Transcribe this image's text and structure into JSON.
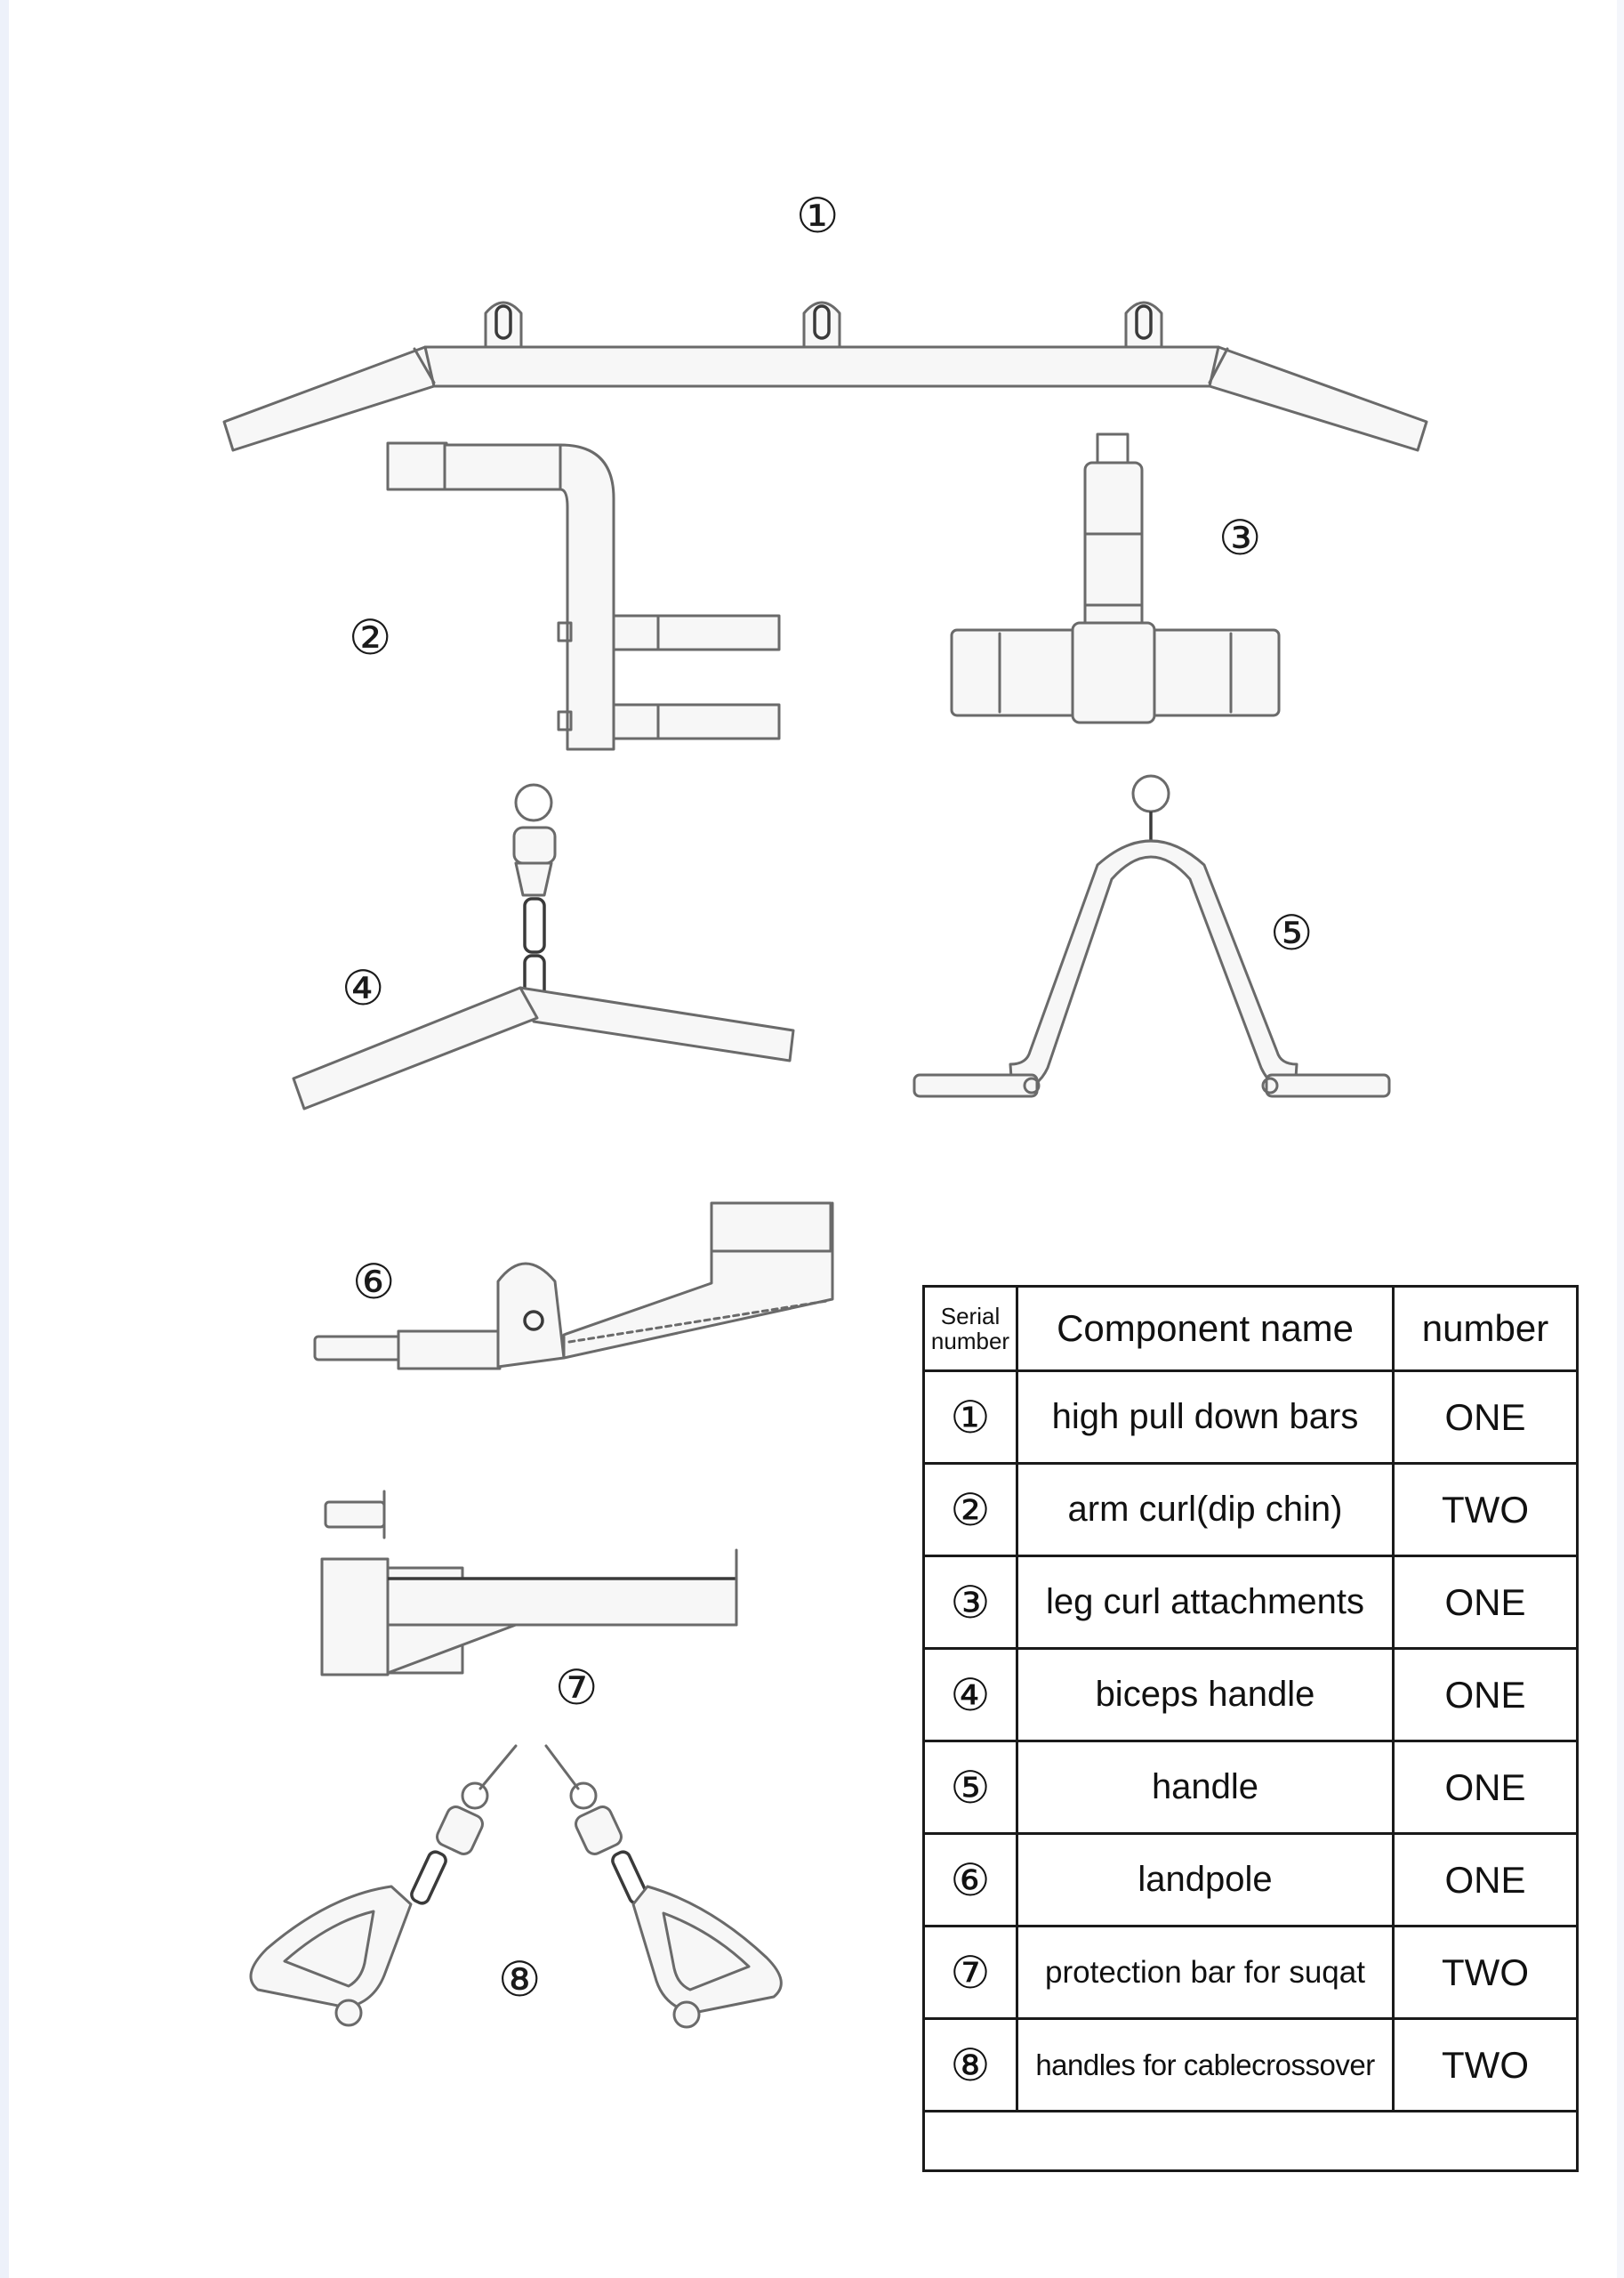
{
  "markers": [
    "①",
    "②",
    "③",
    "④",
    "⑤",
    "⑥",
    "⑦",
    "⑧"
  ],
  "table": {
    "headers": {
      "serial_line1": "Serial",
      "serial_line2": "number",
      "component": "Component name",
      "number": "number"
    },
    "rows": [
      {
        "serial": "①",
        "name": "high pull down bars",
        "qty": "ONE"
      },
      {
        "serial": "②",
        "name": "arm curl(dip chin)",
        "qty": "TWO"
      },
      {
        "serial": "③",
        "name": "leg curl attachments",
        "qty": "ONE"
      },
      {
        "serial": "④",
        "name": "biceps handle",
        "qty": "ONE"
      },
      {
        "serial": "⑤",
        "name": "handle",
        "qty": "ONE"
      },
      {
        "serial": "⑥",
        "name": "landpole",
        "qty": "ONE"
      },
      {
        "serial": "⑦",
        "name": "protection bar for suqat",
        "qty": "TWO"
      },
      {
        "serial": "⑧",
        "name": "handles for cablecrossover",
        "qty": "TWO"
      }
    ]
  }
}
